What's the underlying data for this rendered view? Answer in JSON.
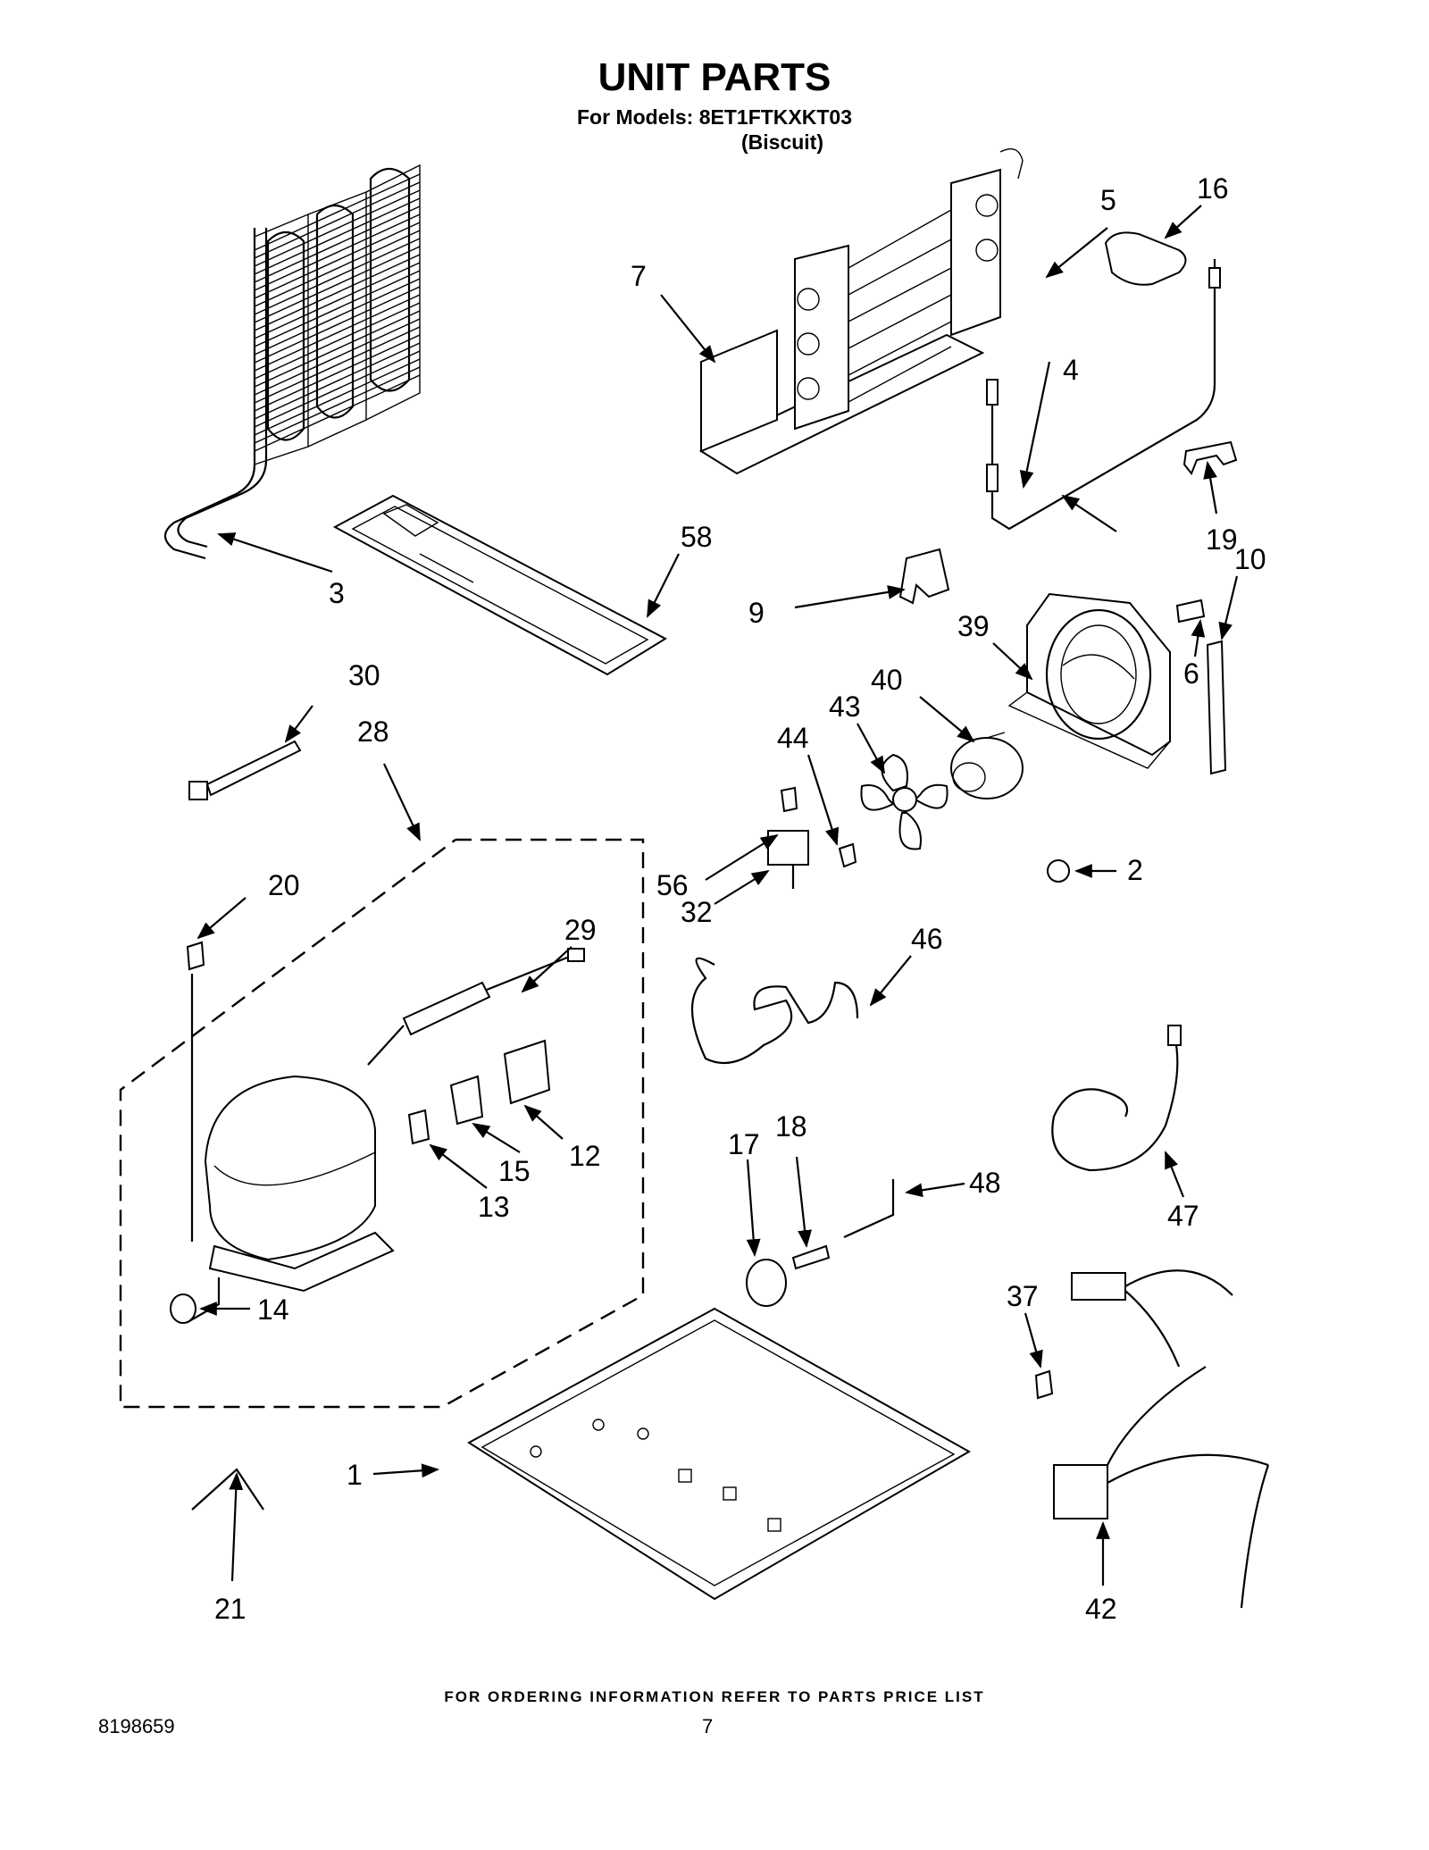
{
  "header": {
    "title": "UNIT PARTS",
    "models_line": "For Models: 8ET1FTKXKT03",
    "color_line": "(Biscuit)"
  },
  "footer": {
    "note": "FOR ORDERING INFORMATION REFER TO PARTS PRICE LIST",
    "doc_number": "8198659",
    "page_number": "7"
  },
  "callouts": {
    "p1": "1",
    "p2": "2",
    "p3": "3",
    "p4": "4",
    "p5": "5",
    "p6": "6",
    "p7": "7",
    "p9": "9",
    "p10": "10",
    "p12": "12",
    "p13": "13",
    "p14": "14",
    "p15": "15",
    "p16": "16",
    "p17": "17",
    "p18": "18",
    "p19": "19",
    "p20": "20",
    "p21": "21",
    "p28": "28",
    "p29": "29",
    "p30": "30",
    "p32": "32",
    "p37": "37",
    "p39": "39",
    "p40": "40",
    "p42": "42",
    "p43": "43",
    "p44": "44",
    "p46": "46",
    "p47": "47",
    "p48": "48",
    "p56": "56",
    "p58": "58"
  }
}
